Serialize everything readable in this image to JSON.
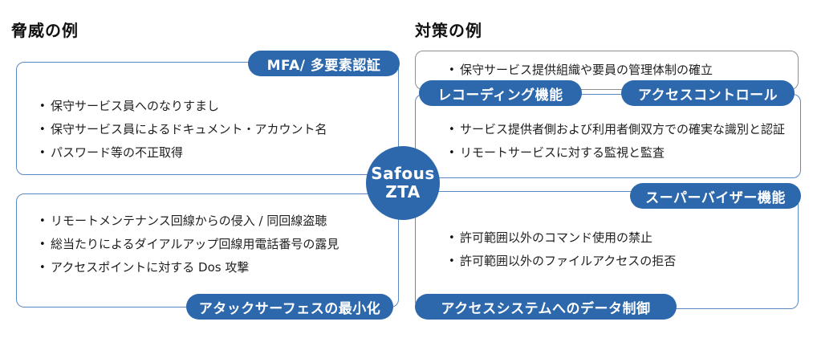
{
  "colors": {
    "accent_blue": "#2d68ac",
    "box_border_blue": "#5b89c2",
    "box_border_gray": "#8f8f8f",
    "text": "#1f1f1f",
    "pill_text": "#ffffff",
    "background": "#ffffff"
  },
  "threats": {
    "heading": "脅威の例",
    "box1": {
      "pill": "MFA/ 多要素認証",
      "items": [
        "保守サービス員へのなりすまし",
        "保守サービス員によるドキュメント・アカウント名",
        "パスワード等の不正取得"
      ]
    },
    "box2": {
      "pill": "アタックサーフェスの最小化",
      "items": [
        "リモートメンテナンス回線からの侵入 / 同回線盗聴",
        "総当たりによるダイアルアップ回線用電話番号の露見",
        "アクセスポイントに対する Dos 攻撃"
      ]
    }
  },
  "measures": {
    "heading": "対策の例",
    "box1": {
      "items": [
        "保守サービス提供組織や要員の管理体制の確立"
      ]
    },
    "pill_recording": "レコーディング機能",
    "pill_access_control": "アクセスコントロール",
    "box2": {
      "items": [
        "サービス提供者側および利用者側双方での確実な識別と認証",
        "リモートサービスに対する監視と監査"
      ]
    },
    "box3": {
      "pill_top": "スーパーバイザー機能",
      "pill_bottom": "アクセスシステムへのデータ制御",
      "items": [
        "許可範囲以外のコマンド使用の禁止",
        "許可範囲以外のファイルアクセスの拒否"
      ]
    }
  },
  "center": {
    "line1": "Safous",
    "line2": "ZTA"
  },
  "bullet_glyph": "•"
}
